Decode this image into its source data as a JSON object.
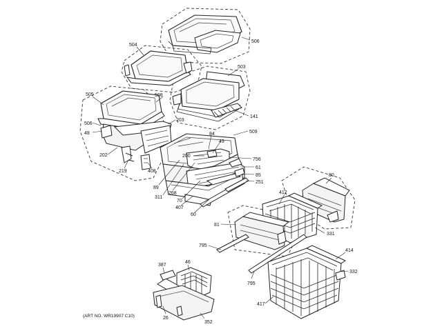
{
  "callouts": {
    "c506a": "506",
    "c504": "504",
    "c503": "503",
    "c505": "505",
    "c508a": "508",
    "c506b": "506",
    "c141": "141",
    "c48": "48",
    "c203": "203",
    "c509": "509",
    "c84": "84",
    "c49": "49",
    "c202": "202",
    "c200": "200",
    "c756": "756",
    "c219": "219",
    "c408": "408",
    "c61": "61",
    "c85": "85",
    "c251": "251",
    "c89": "89",
    "c268": "268",
    "c311": "311",
    "c70": "70",
    "c407": "407",
    "c60": "60",
    "c80": "80",
    "c412": "412",
    "c81": "81",
    "c331": "331",
    "c795a": "795",
    "c414": "414",
    "c387": "387",
    "c46": "46",
    "c332": "332",
    "c795b": "795",
    "c417": "417",
    "c26": "26",
    "c352": "352"
  },
  "caption": "(ART NO. WR19907 C10)"
}
